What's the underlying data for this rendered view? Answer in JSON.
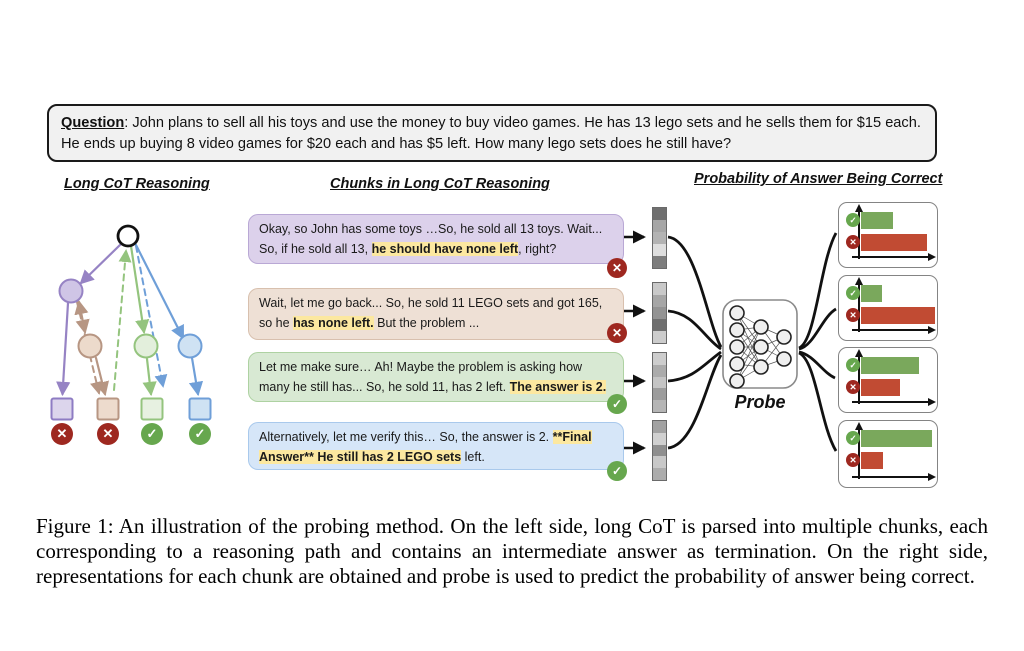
{
  "figure": {
    "question": {
      "label": "Question",
      "text": ": John plans to sell all his toys and use the money to buy video games. He has 13 lego sets and he sells them for $15 each. He ends up buying 8 video games for $20 each and has $5 left. How many lego sets does he still have?"
    },
    "headers": {
      "left": "Long CoT Reasoning",
      "middle": "Chunks in Long CoT Reasoning",
      "right": "Probability of Answer Being Correct"
    },
    "chunks": [
      {
        "pre": "Okay, so John has some toys …So, he sold all 13 toys. Wait... So, if he sold all 13, ",
        "highlight": "he should have none left",
        "post": ", right?",
        "verdict": "incorrect",
        "bg": "#dcd1eb",
        "border": "#b9a8d5"
      },
      {
        "pre": "Wait, let me go back... So, he sold 11 LEGO sets and got 165, so he ",
        "highlight": "has none left.",
        "post": " But the problem ...",
        "verdict": "incorrect",
        "bg": "#eee0d5",
        "border": "#d8c0ae"
      },
      {
        "pre": "Let me make sure… Ah! Maybe the problem is asking how many he still has... So, he sold 11, has 2 left. ",
        "highlight": "The answer is 2.",
        "post": "",
        "verdict": "correct",
        "bg": "#d8e9d3",
        "border": "#aed2a2"
      },
      {
        "pre": "Alternatively, let me verify this… So, the answer is 2. ",
        "highlight": "**Final Answer** He still has 2 LEGO sets",
        "post": " left.",
        "verdict": "correct",
        "bg": "#d6e6f8",
        "border": "#a9c9ec"
      }
    ],
    "tree_verdicts": [
      "incorrect",
      "incorrect",
      "correct",
      "correct"
    ],
    "representations": [
      [
        "#6f6f6f",
        "#a6a6a6",
        "#b3b3b3",
        "#dedede",
        "#7d7d7d"
      ],
      [
        "#c9c9c9",
        "#a6a6a6",
        "#939393",
        "#6f6f6f",
        "#cccccc"
      ],
      [
        "#cdcdcd",
        "#ababab",
        "#c4c4c4",
        "#9c9c9c",
        "#b5b5b5"
      ],
      [
        "#a2a2a2",
        "#d0d0d0",
        "#8f8f8f",
        "#c8c8c8",
        "#acacac"
      ]
    ],
    "probe_label": "Probe",
    "caption": "Figure 1: An illustration of the probing method. On the left side, long CoT is parsed into multiple chunks, each corresponding to a reasoning path and contains an intermediate answer as termination. On the right side, representations for each chunk are obtained and probe is used to predict the probability of answer being correct."
  },
  "icons": {
    "cross": "✕",
    "check": "✓"
  },
  "colors": {
    "correct_badge": "#67a74e",
    "incorrect_badge": "#9e2820",
    "highlight": "#fce8a0",
    "chart_green": "#7aa85c",
    "chart_red": "#c14b33",
    "tree_purple": "#9683c4",
    "tree_tan": "#b79683",
    "tree_green": "#94c47e",
    "tree_blue": "#6f9fd8"
  },
  "chart_data": [
    {
      "type": "bar",
      "title": "chunk 1 predicted probability",
      "categories": [
        "correct",
        "incorrect"
      ],
      "values": [
        0.43,
        0.88
      ],
      "colors": [
        "#7aa85c",
        "#c14b33"
      ],
      "xlim": [
        0,
        1
      ],
      "orientation": "horizontal"
    },
    {
      "type": "bar",
      "title": "chunk 2 predicted probability",
      "categories": [
        "correct",
        "incorrect"
      ],
      "values": [
        0.28,
        0.99
      ],
      "colors": [
        "#7aa85c",
        "#c14b33"
      ],
      "xlim": [
        0,
        1
      ],
      "orientation": "horizontal"
    },
    {
      "type": "bar",
      "title": "chunk 3 predicted probability",
      "categories": [
        "correct",
        "incorrect"
      ],
      "values": [
        0.77,
        0.52
      ],
      "colors": [
        "#7aa85c",
        "#c14b33"
      ],
      "xlim": [
        0,
        1
      ],
      "orientation": "horizontal"
    },
    {
      "type": "bar",
      "title": "chunk 4 predicted probability",
      "categories": [
        "correct",
        "incorrect"
      ],
      "values": [
        0.95,
        0.29
      ],
      "colors": [
        "#7aa85c",
        "#c14b33"
      ],
      "xlim": [
        0,
        1
      ],
      "orientation": "horizontal"
    }
  ]
}
